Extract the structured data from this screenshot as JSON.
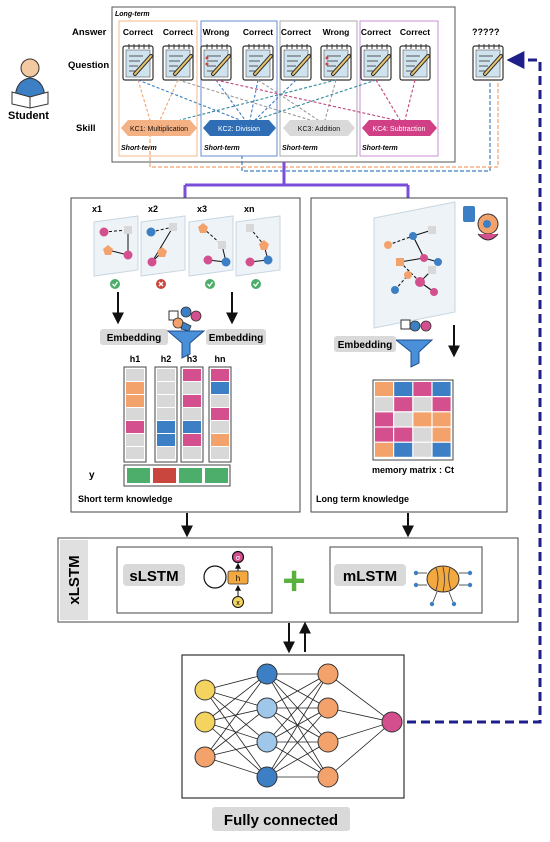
{
  "top": {
    "row_answer": "Answer",
    "row_question": "Question",
    "row_skill": "Skill",
    "student": "Student",
    "long_term": "Long-term",
    "answers": [
      "Correct",
      "Correct",
      "Wrong",
      "Correct",
      "Correct",
      "Wrong",
      "Correct",
      "Correct"
    ],
    "unknown": "?????",
    "kcs": [
      "KC1: Multiplication",
      "KC2: Division",
      "KC3: Addition",
      "KC4: Subtraction"
    ],
    "short_term": "Short-term"
  },
  "short_panel": {
    "x_labels": [
      "x1",
      "x2",
      "x3",
      "xn"
    ],
    "embedding": "Embedding",
    "h_labels": [
      "h1",
      "h2",
      "h3",
      "hn"
    ],
    "y_label": "y",
    "caption": "Short term knowledge"
  },
  "long_panel": {
    "embedding": "Embedding",
    "matrix_label": "memory matrix : Ct",
    "caption": "Long term knowledge"
  },
  "xlstm": {
    "label": "xLSTM",
    "slstm": "sLSTM",
    "mlstm": "mLSTM",
    "plus": "+",
    "cell_top": "σ",
    "cell_mid": "h",
    "cell_bottom": "x"
  },
  "fc": {
    "label": "Fully connected"
  },
  "colors": {
    "pink": "#d44f8e",
    "blue": "#3d7fc4",
    "orange": "#f4a26b",
    "gray": "#d8d8d8",
    "green": "#4cae6a",
    "red": "#c8463e",
    "purple": "#7a4ed9",
    "navy": "#1e1f8a",
    "kc1": "#f4b183",
    "kc2": "#2f6db5",
    "kc3": "#d9d9d9",
    "kc4": "#d13f86"
  }
}
